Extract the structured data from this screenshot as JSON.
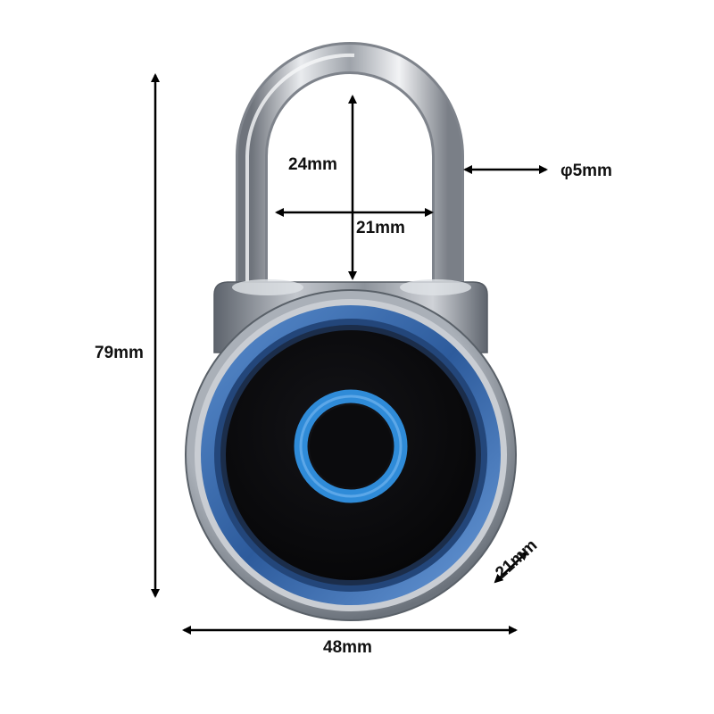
{
  "product": {
    "name": "fingerprint padlock",
    "colors": {
      "shackle": "#c9ccd2",
      "body_ring": "#3f6fb0",
      "face": "#0a0a0c",
      "sensor_ring": "#2f8bd8",
      "dimension_line": "#000000"
    }
  },
  "dimensions": {
    "height": "79mm",
    "width": "48mm",
    "depth": "21mm",
    "shackle_clearance_height": "24mm",
    "shackle_inner_width": "21mm",
    "shackle_diameter": "φ5mm"
  }
}
